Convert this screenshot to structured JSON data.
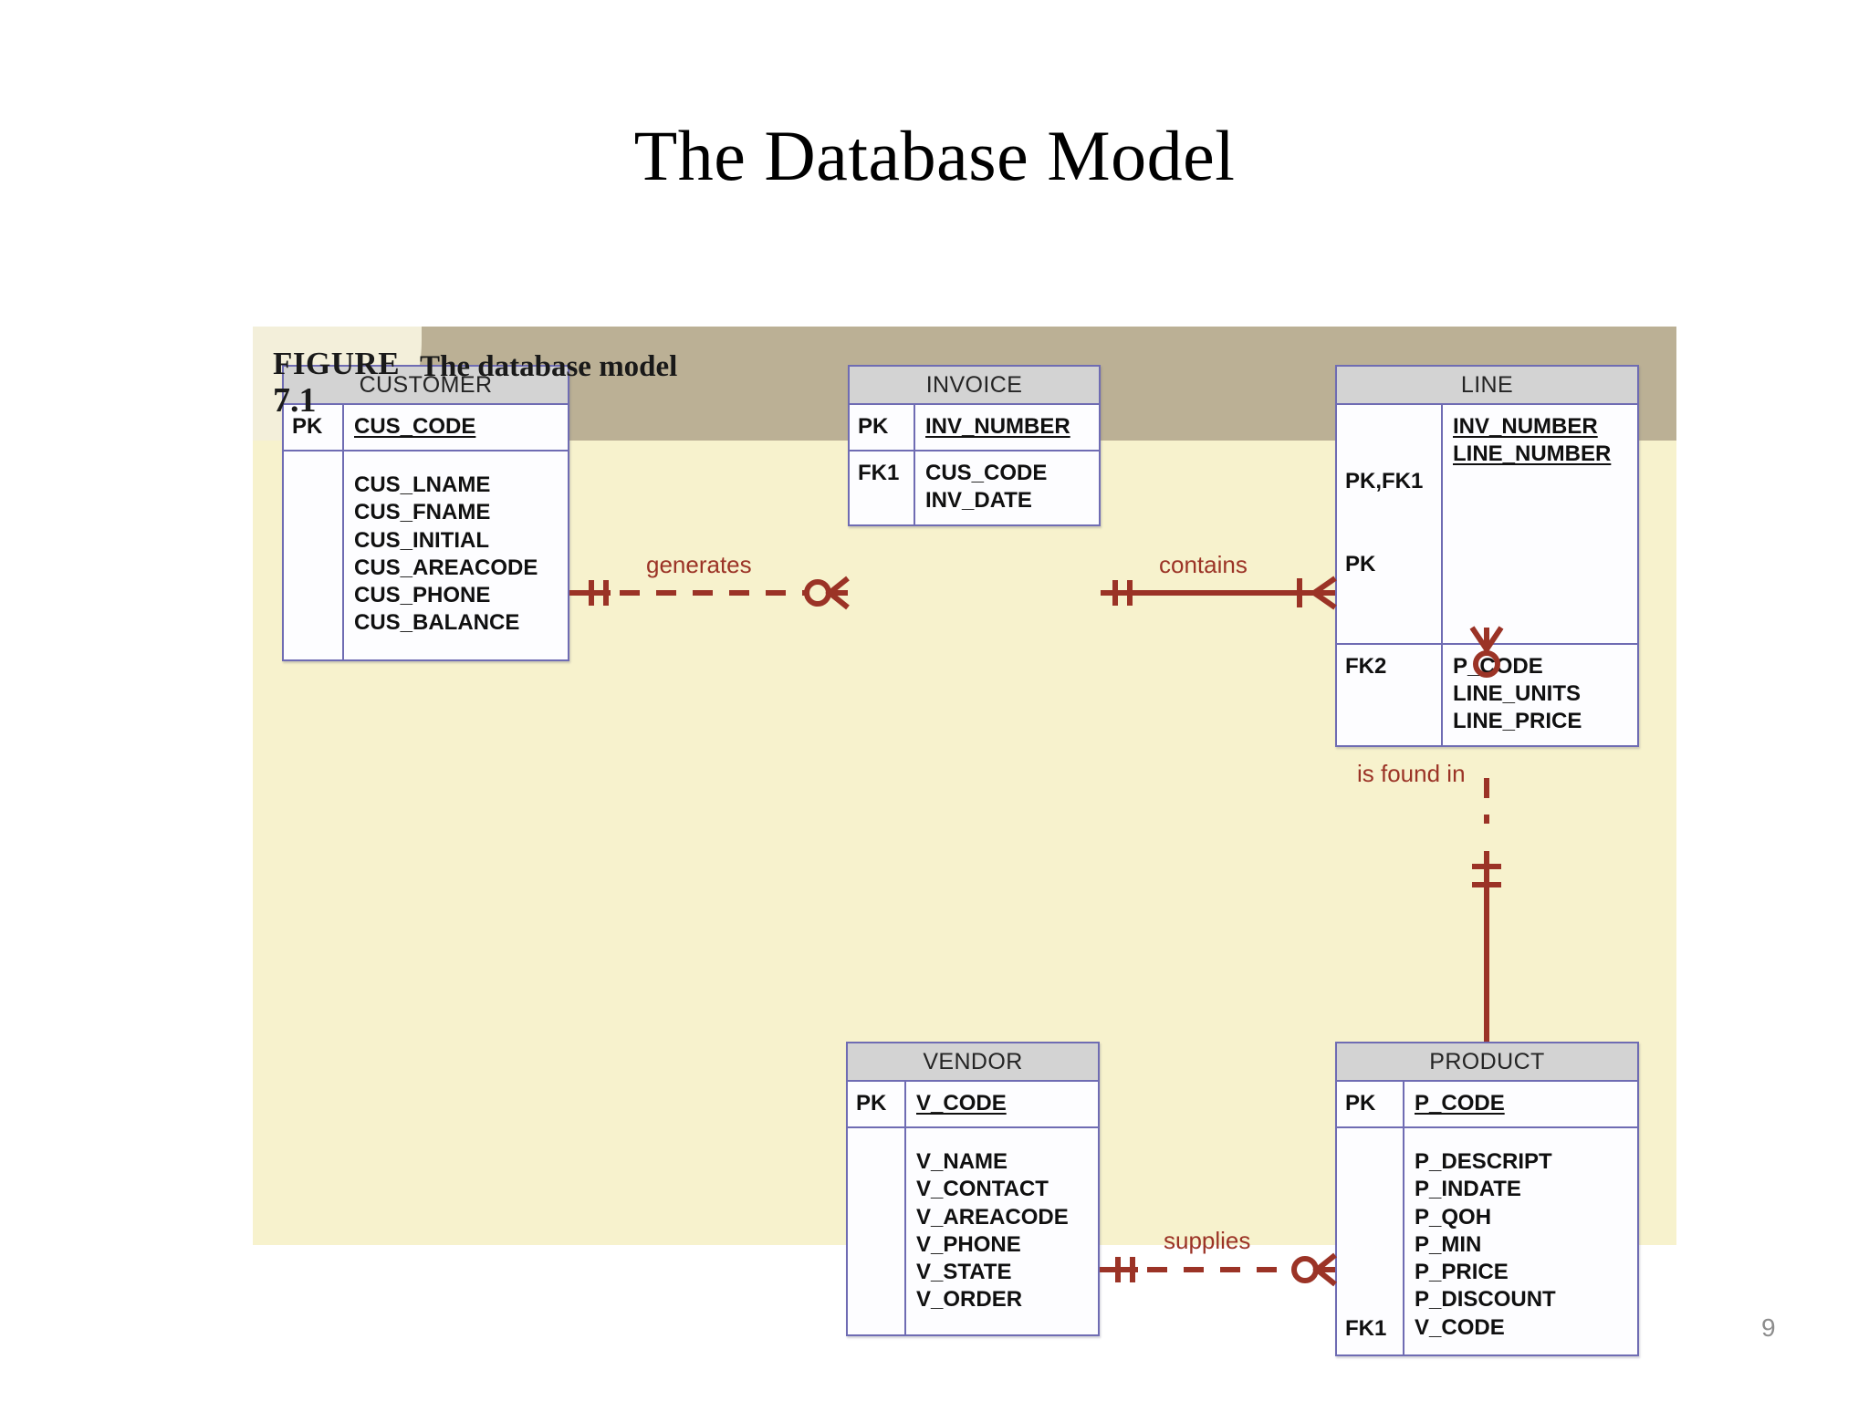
{
  "slide": {
    "title": "The Database Model",
    "page_number": "9"
  },
  "figure": {
    "label": "FIGURE",
    "number": "7.1",
    "caption": "The database model",
    "panel_bg": "#f7f2cd",
    "header_bg": "#bbb095",
    "entity_border": "#6f6cb3",
    "entity_header_bg": "#d3d3d3",
    "relationship_color": "#9b3326"
  },
  "chart_data": {
    "type": "diagram",
    "diagram_kind": "entity-relationship-diagram",
    "notation": "crows-foot",
    "title": "The database model",
    "entities": [
      {
        "name": "CUSTOMER",
        "key_attributes": [
          {
            "key": "PK",
            "attribute": "CUS_CODE",
            "underlined": true
          }
        ],
        "attributes": [
          {
            "key": "",
            "attribute": "CUS_LNAME"
          },
          {
            "key": "",
            "attribute": "CUS_FNAME"
          },
          {
            "key": "",
            "attribute": "CUS_INITIAL"
          },
          {
            "key": "",
            "attribute": "CUS_AREACODE"
          },
          {
            "key": "",
            "attribute": "CUS_PHONE"
          },
          {
            "key": "",
            "attribute": "CUS_BALANCE"
          }
        ]
      },
      {
        "name": "INVOICE",
        "key_attributes": [
          {
            "key": "PK",
            "attribute": "INV_NUMBER",
            "underlined": true
          }
        ],
        "attributes": [
          {
            "key": "FK1",
            "attribute": "CUS_CODE"
          },
          {
            "key": "",
            "attribute": "INV_DATE"
          }
        ]
      },
      {
        "name": "LINE",
        "key_attributes": [
          {
            "key": "PK,FK1",
            "attribute": "INV_NUMBER",
            "underlined": true
          },
          {
            "key": "PK",
            "attribute": "LINE_NUMBER",
            "underlined": true
          }
        ],
        "attributes": [
          {
            "key": "FK2",
            "attribute": "P_CODE"
          },
          {
            "key": "",
            "attribute": "LINE_UNITS"
          },
          {
            "key": "",
            "attribute": "LINE_PRICE"
          }
        ]
      },
      {
        "name": "VENDOR",
        "key_attributes": [
          {
            "key": "PK",
            "attribute": "V_CODE",
            "underlined": true
          }
        ],
        "attributes": [
          {
            "key": "",
            "attribute": "V_NAME"
          },
          {
            "key": "",
            "attribute": "V_CONTACT"
          },
          {
            "key": "",
            "attribute": "V_AREACODE"
          },
          {
            "key": "",
            "attribute": "V_PHONE"
          },
          {
            "key": "",
            "attribute": "V_STATE"
          },
          {
            "key": "",
            "attribute": "V_ORDER"
          }
        ]
      },
      {
        "name": "PRODUCT",
        "key_attributes": [
          {
            "key": "PK",
            "attribute": "P_CODE",
            "underlined": true
          }
        ],
        "attributes": [
          {
            "key": "",
            "attribute": "P_DESCRIPT"
          },
          {
            "key": "",
            "attribute": "P_INDATE"
          },
          {
            "key": "",
            "attribute": "P_QOH"
          },
          {
            "key": "",
            "attribute": "P_MIN"
          },
          {
            "key": "",
            "attribute": "P_PRICE"
          },
          {
            "key": "",
            "attribute": "P_DISCOUNT"
          },
          {
            "key": "FK1",
            "attribute": "V_CODE"
          }
        ]
      }
    ],
    "relationships": [
      {
        "label": "generates",
        "from": "CUSTOMER",
        "to": "INVOICE",
        "line_style": "dashed",
        "type": "non-identifying",
        "from_cardinality": "one-and-only-one",
        "to_cardinality": "zero-or-many"
      },
      {
        "label": "contains",
        "from": "INVOICE",
        "to": "LINE",
        "line_style": "solid",
        "type": "identifying",
        "from_cardinality": "one-and-only-one",
        "to_cardinality": "one-or-many"
      },
      {
        "label": "is found in",
        "from": "LINE",
        "to": "PRODUCT",
        "line_style": "dashed",
        "type": "non-identifying",
        "from_cardinality": "zero-or-many",
        "to_cardinality": "one-and-only-one"
      },
      {
        "label": "supplies",
        "from": "VENDOR",
        "to": "PRODUCT",
        "line_style": "dashed",
        "type": "non-identifying",
        "from_cardinality": "one-and-only-one",
        "to_cardinality": "zero-or-many"
      }
    ]
  }
}
